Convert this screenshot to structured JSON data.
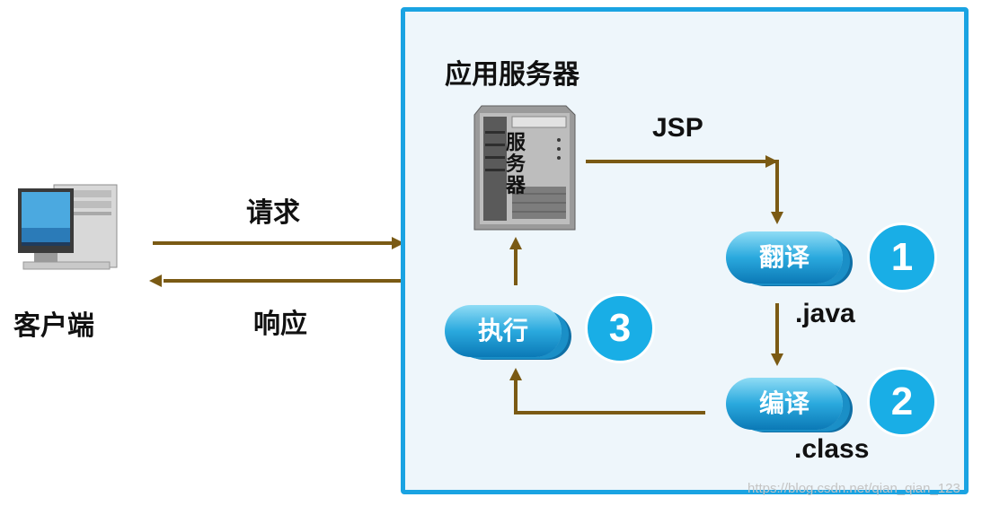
{
  "client": {
    "label": "客户端"
  },
  "arrows": {
    "request_label": "请求",
    "response_label": "响应"
  },
  "server": {
    "title": "应用服务器",
    "tower_label": "服务器",
    "jsp_label": "JSP",
    "java_label": ".java",
    "class_label": ".class",
    "steps": [
      {
        "label": "翻译",
        "number": "1"
      },
      {
        "label": "编译",
        "number": "2"
      },
      {
        "label": "执行",
        "number": "3"
      }
    ]
  },
  "watermark": "https://blog.csdn.net/qian_qian_123",
  "colors": {
    "arrow": "#7a5a14",
    "border": "#1aa3e2",
    "badge": "#19aee6"
  }
}
